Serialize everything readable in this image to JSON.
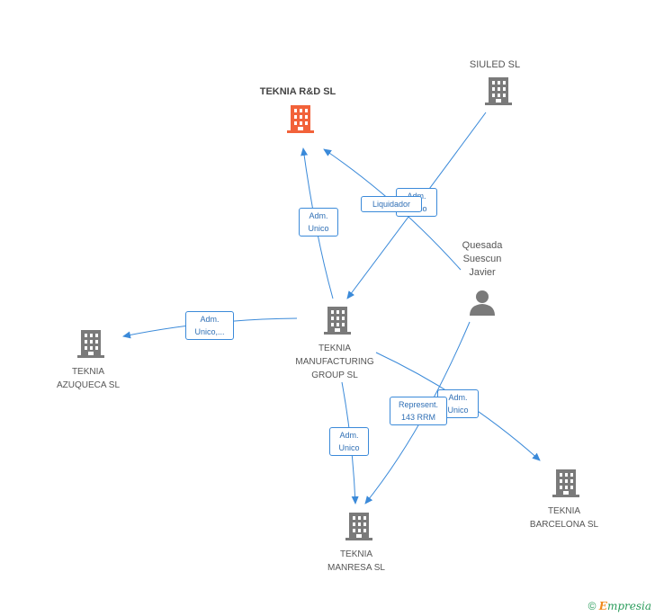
{
  "colors": {
    "edge": "#3b8ad9",
    "company": "#7a7a7a",
    "highlight": "#f2623a",
    "person": "#7a7a7a"
  },
  "nodes": {
    "rd": {
      "label": "TEKNIA R&D SL"
    },
    "siuled": {
      "label": "SIULED SL"
    },
    "person": {
      "label": "Quesada\nSuescun\nJavier"
    },
    "mfg": {
      "label": "TEKNIA\nMANUFACTURING\nGROUP SL"
    },
    "azuqueca": {
      "label": "TEKNIA\nAZUQUECA SL"
    },
    "barcelona": {
      "label": "TEKNIA\nBARCELONA SL"
    },
    "manresa": {
      "label": "TEKNIA\nMANRESA SL"
    }
  },
  "edges": {
    "mfg_rd": "Adm.\nUnico",
    "mfg_azuqueca": "Adm.\nUnico,...",
    "mfg_manresa": "Adm.\nUnico",
    "mfg_barcelona": "Adm.\nUnico",
    "person_manresa": "Represent.\n143 RRM",
    "siuled_mfg": "Adm.\nUnico",
    "person_rd": "Liquidador"
  },
  "footer": {
    "copyright": "©",
    "brand_initial": "E",
    "brand_rest": "mpresia"
  }
}
